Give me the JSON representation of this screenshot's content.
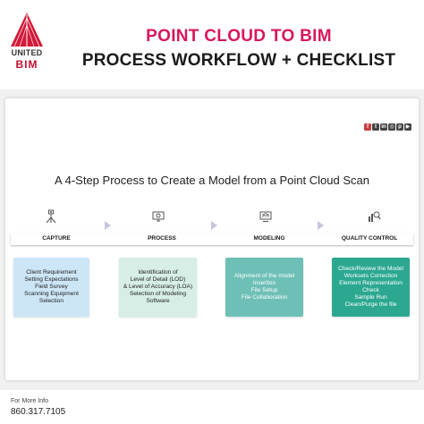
{
  "logo": {
    "line1": "UNITED",
    "line2": "BIM"
  },
  "header": {
    "title": "POINT CLOUD TO BIM",
    "subtitle": "PROCESS WORKFLOW + CHECKLIST"
  },
  "social_icons": [
    {
      "name": "facebook-icon",
      "glyph": "f",
      "color": "#c93d3d"
    },
    {
      "name": "twitter-icon",
      "glyph": "t",
      "color": "#444444"
    },
    {
      "name": "linkedin-icon",
      "glyph": "in",
      "color": "#444444"
    },
    {
      "name": "instagram-icon",
      "glyph": "◎",
      "color": "#444444"
    },
    {
      "name": "pinterest-icon",
      "glyph": "p",
      "color": "#444444"
    },
    {
      "name": "youtube-icon",
      "glyph": "▶",
      "color": "#444444"
    }
  ],
  "process_title": "A 4-Step Process to Create a Model from a Point Cloud Scan",
  "steps": [
    {
      "label": "CAPTURE",
      "icon": "survey-tripod-icon",
      "box_color": "#cde6f7",
      "text_color": "#222222",
      "items": [
        "Client Requirement",
        "Setting Expectations",
        "Field Survey",
        "Scanning Equipment",
        "Selection"
      ]
    },
    {
      "label": "PROCESS",
      "icon": "settings-monitor-icon",
      "box_color": "#d7eee6",
      "text_color": "#222222",
      "items": [
        "Identification of",
        "Level of Detail (LOD)",
        "& Level of Accuracy (LOA)",
        "Selection of Modeling",
        "Software"
      ]
    },
    {
      "label": "MODELING",
      "icon": "computer-model-icon",
      "box_color": "#6ec0b7",
      "text_color": "#ffffff",
      "items": [
        "Alignment of the model",
        "Insertion",
        "File Setup",
        "File Collaboration"
      ]
    },
    {
      "label": "QUALITY CONTROL",
      "icon": "chart-magnifier-icon",
      "box_color": "#2ca891",
      "text_color": "#ffffff",
      "items": [
        "Check/Review the Model",
        "Worksets Correction",
        "Element Representation",
        "Check",
        "Sample Run",
        "Clean/Purge the file"
      ]
    }
  ],
  "footer": {
    "label": "For More Info",
    "phone": "860.317.7105"
  },
  "colors": {
    "brand_red": "#c40f2e",
    "title_pink": "#d8175d",
    "background_grey": "#f1f1f2",
    "arrow": "#c5c6dd"
  }
}
